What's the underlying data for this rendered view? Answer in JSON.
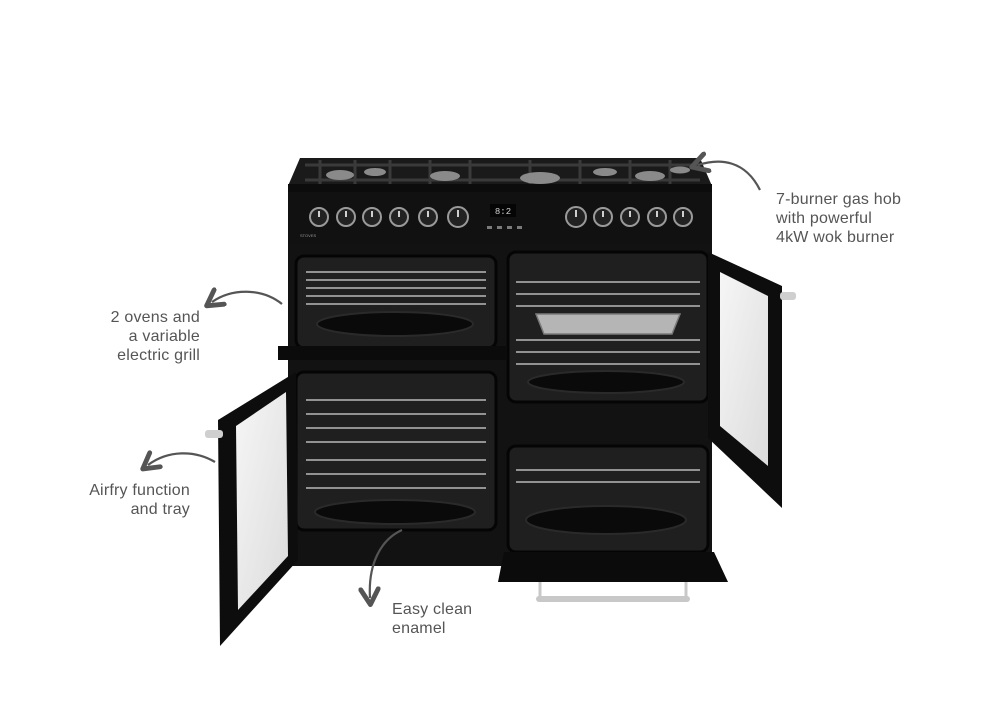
{
  "product": {
    "brand_badge": "STOVES",
    "display": "8:2"
  },
  "callouts": {
    "hob": {
      "lines": [
        "7-burner gas hob",
        "with powerful",
        "4kW wok burner"
      ]
    },
    "ovens": {
      "lines": [
        "2 ovens and",
        "a variable",
        "electric grill"
      ]
    },
    "airfry": {
      "lines": [
        "Airfry function",
        "and tray"
      ]
    },
    "enamel": {
      "lines": [
        "Easy clean",
        "enamel"
      ]
    }
  },
  "colors": {
    "body": "#111111",
    "metal": "#bdbdbd",
    "text": "#555555",
    "arrow": "#555555"
  }
}
